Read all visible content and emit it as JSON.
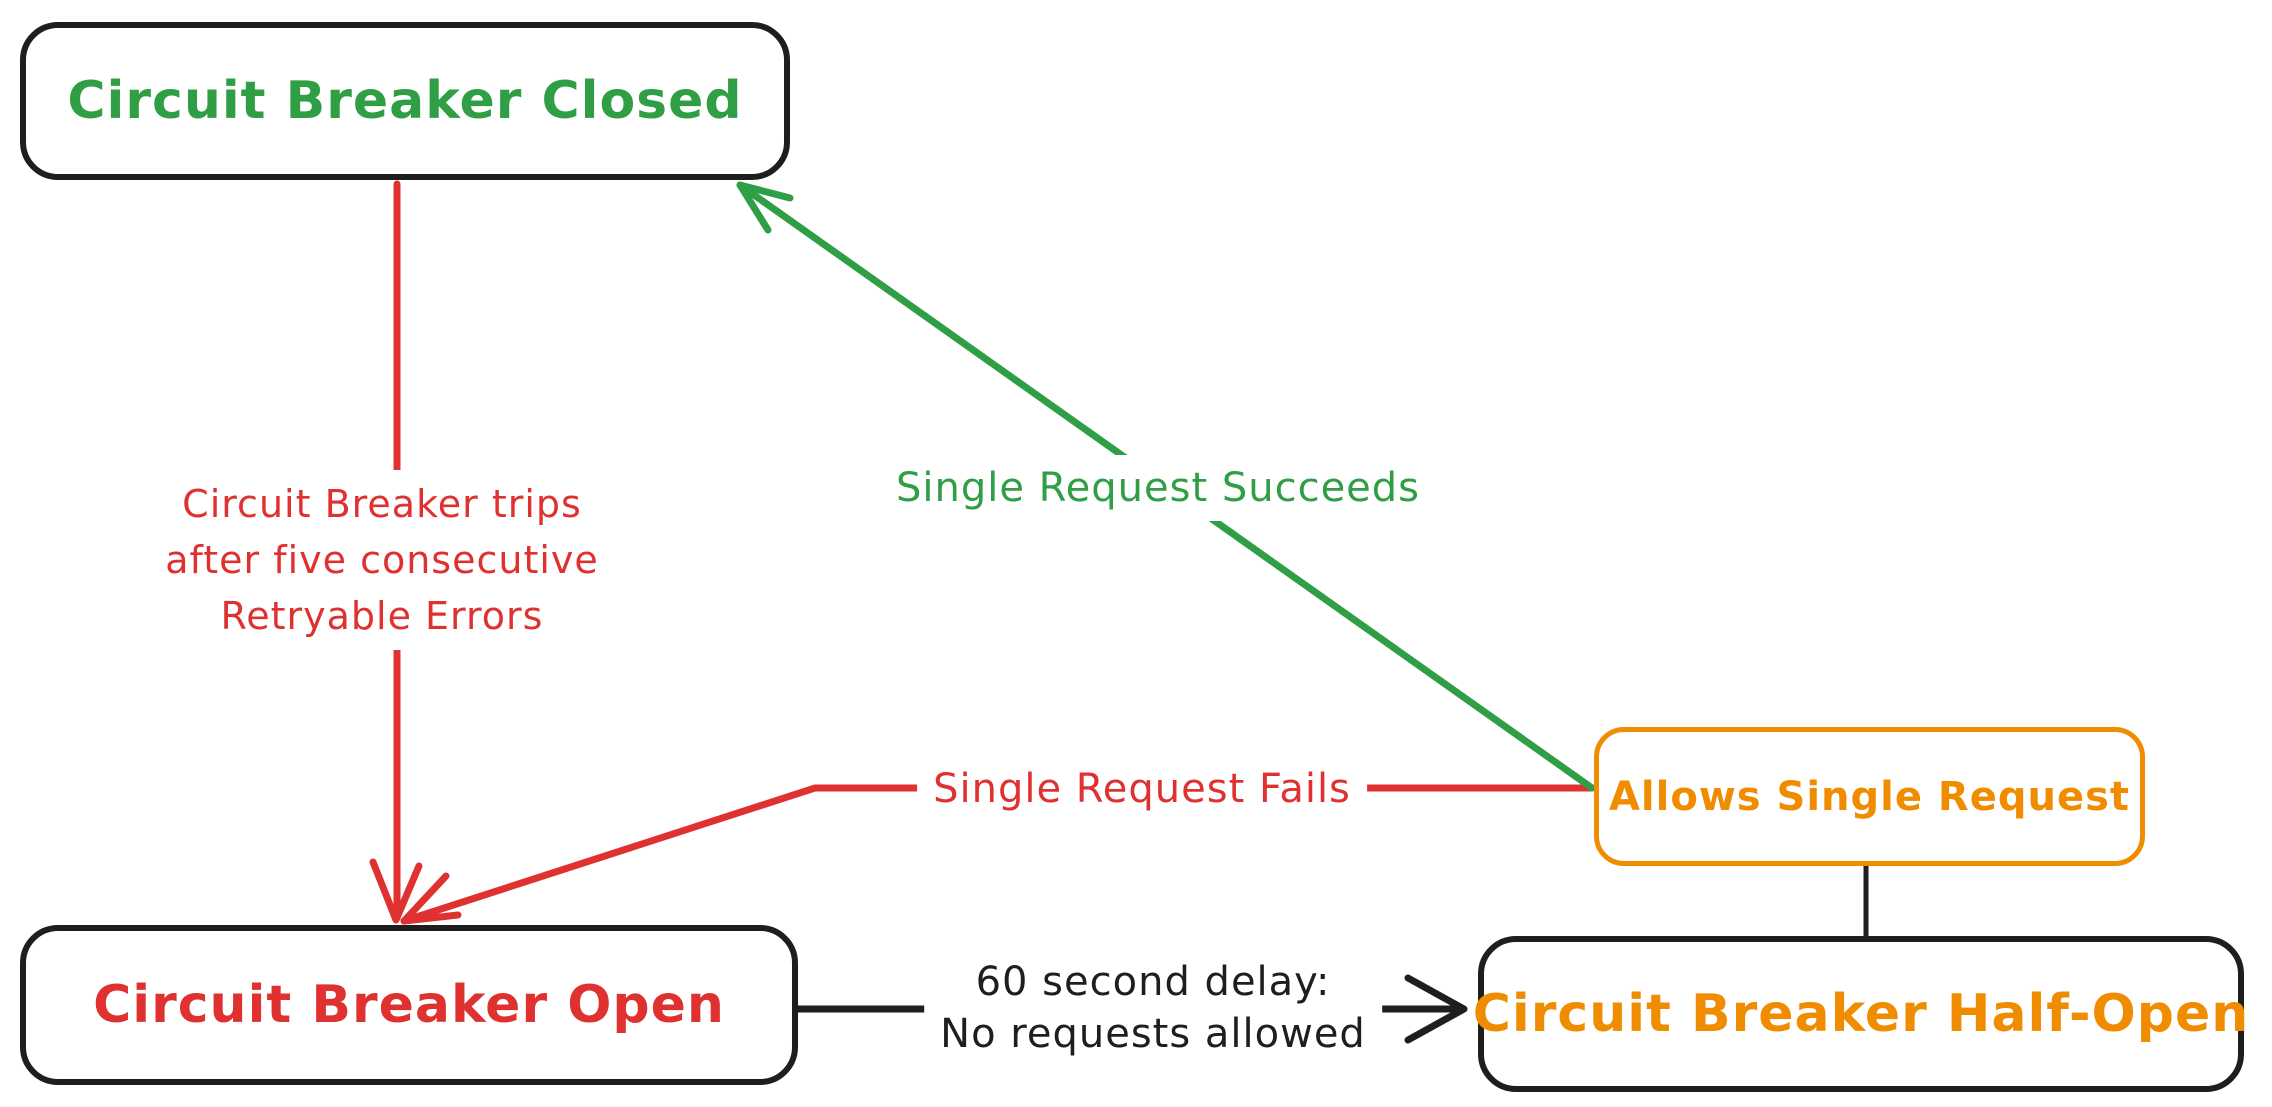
{
  "colors": {
    "green": "#2f9e44",
    "red": "#e03131",
    "orange": "#f08c00",
    "ink": "#1e1e1e",
    "background": "#ffffff"
  },
  "nodes": {
    "closed": {
      "label": "Circuit Breaker Closed"
    },
    "open": {
      "label": "Circuit Breaker Open"
    },
    "half_open": {
      "label": "Circuit Breaker Half-Open"
    },
    "allows_single_request": {
      "label": "Allows Single Request"
    }
  },
  "edges": {
    "trip": {
      "label": "Circuit Breaker trips\nafter five consecutive\nRetryable Errors"
    },
    "succeeds": {
      "label": "Single Request Succeeds"
    },
    "fails": {
      "label": "Single Request Fails"
    },
    "delay": {
      "label": "60 second delay:\nNo requests allowed"
    }
  }
}
